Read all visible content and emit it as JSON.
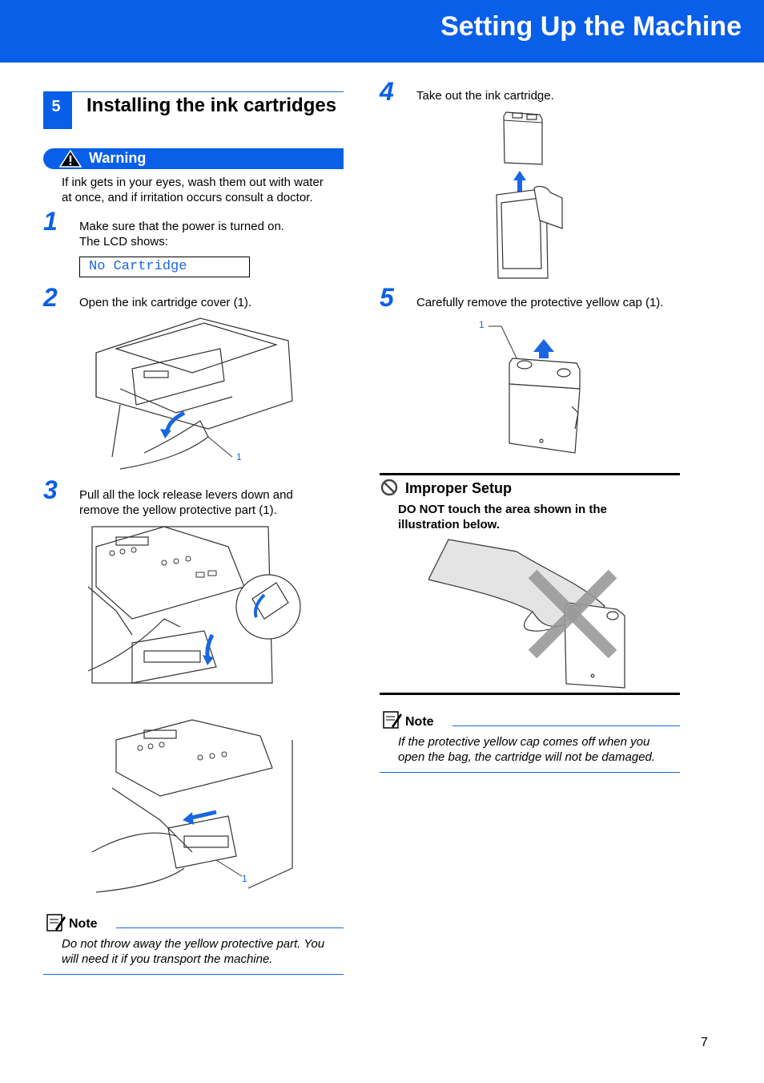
{
  "header": {
    "title": "Setting Up the Machine"
  },
  "section": {
    "number": "5",
    "title": "Installing the ink cartridges"
  },
  "warning": {
    "label": "Warning",
    "text_line1": "If ink gets in your eyes, wash them out with water",
    "text_line2": "at once, and if irritation occurs consult a doctor."
  },
  "steps": {
    "s1": {
      "number": "1",
      "line1": "Make sure that the power is turned on.",
      "line2": "The LCD shows:",
      "lcd": "No Cartridge"
    },
    "s2": {
      "number": "2",
      "line1": "Open the ink cartridge cover (1).",
      "callout": "1"
    },
    "s3": {
      "number": "3",
      "line1": "Pull all the lock release levers down and",
      "line2": "remove the yellow protective part (1).",
      "callout": "1"
    },
    "s4": {
      "number": "4",
      "line1": "Take out the ink cartridge."
    },
    "s5": {
      "number": "5",
      "line1": "Carefully remove the protective yellow cap (1).",
      "callout": "1"
    }
  },
  "note_left": {
    "label": "Note",
    "line1": "Do not throw away the yellow protective part. You",
    "line2": "will need it if you transport the machine."
  },
  "improper": {
    "label": "Improper Setup",
    "line1": "DO NOT touch the area shown in the",
    "line2": "illustration below."
  },
  "note_right": {
    "label": "Note",
    "line1": "If the protective yellow cap comes off when you",
    "line2": "open the bag, the cartridge will not be damaged."
  },
  "page_number": "7",
  "colors": {
    "accent": "#0a5fe8",
    "rule": "#1a66e0"
  },
  "icons": [
    "warning-triangle-icon",
    "prohibited-icon",
    "note-pencil-icon",
    "up-arrow-icon",
    "big-x-icon"
  ]
}
